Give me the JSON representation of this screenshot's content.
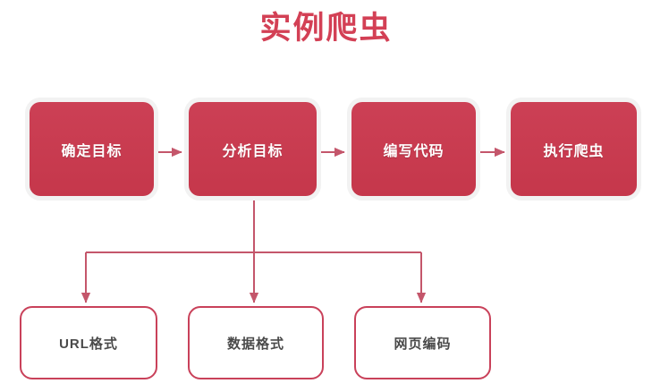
{
  "diagram": {
    "title": "实例爬虫",
    "title_color": "#d34055",
    "background_color": "#ffffff",
    "process_fill_color": "#c93a4e",
    "process_text_color": "#ffffff",
    "detail_border_color": "#c9415a",
    "detail_text_color": "#4a4a4a",
    "connector_color": "#c4566b",
    "process_steps": [
      {
        "label": "确定目标"
      },
      {
        "label": "分析目标"
      },
      {
        "label": "编写代码"
      },
      {
        "label": "执行爬虫"
      }
    ],
    "detail_items": [
      {
        "label": "URL格式"
      },
      {
        "label": "数据格式"
      },
      {
        "label": "网页编码"
      }
    ],
    "arrows": {
      "flow_arrow_name": "right-arrow-icon",
      "branch_arrow_name": "down-arrow-icon",
      "flow_count": 3,
      "branch_count": 3
    }
  }
}
